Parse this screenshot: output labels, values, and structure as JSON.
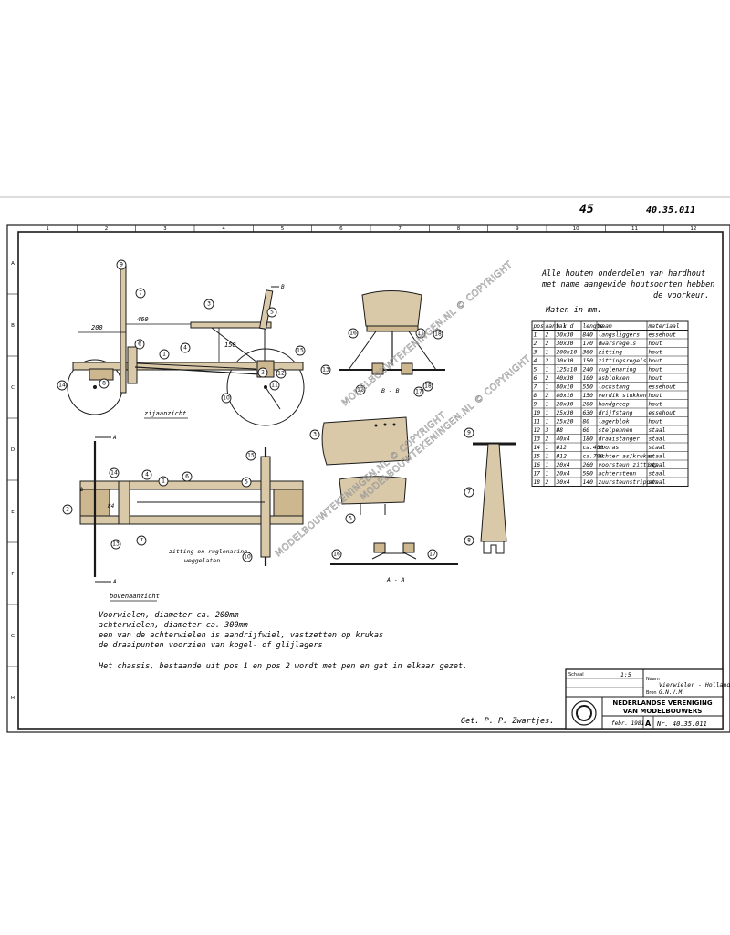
{
  "header": {
    "sheet_no": "45",
    "drawing_ref": "40.35.011"
  },
  "grid": {
    "columns": [
      "1",
      "2",
      "3",
      "4",
      "5",
      "6",
      "7",
      "8",
      "9",
      "10",
      "11",
      "12"
    ],
    "rows": [
      "A",
      "B",
      "C",
      "D",
      "E",
      "F",
      "G",
      "H"
    ]
  },
  "views": {
    "side_label": "zijaanzicht",
    "top_label": "bovenaanzicht",
    "top_note_1": "zitting en ruglenaring",
    "top_note_2": "weggelaten",
    "section_bb": "B - B",
    "section_aa": "A - A",
    "dim_460": "460",
    "dim_200": "200",
    "dim_150": "150",
    "cut_a": "A",
    "cut_b": "B",
    "dim_b": "b",
    "dim_84": "84"
  },
  "notes": {
    "general_1": "Alle houten onderdelen van hardhout",
    "general_2": "met name aangewide houtsoorten hebben",
    "general_3": "de voorkeur.",
    "units": "Maten in mm.",
    "wheels_1": "Voorwielen, diameter ca. 200mm",
    "wheels_2": "achterwielen, diameter ca. 300mm",
    "wheels_3": "een van de achterwielen is aandrijfwiel, vastzetten op krukas",
    "wheels_4": "de draaipunten voorzien van kogel- of glijlagers",
    "chassis": "Het chassis, bestaande uit pos 1 en pos 2 wordt met pen en gat in elkaar gezet.",
    "signature": "Get. P. P. Zwartjes."
  },
  "parts_table": {
    "headers": [
      "pos",
      "aantal",
      "b x d",
      "lengte",
      "naam",
      "materiaal"
    ],
    "rows": [
      [
        "1",
        "2",
        "30x30",
        "840",
        "langsliggers",
        "essehout"
      ],
      [
        "2",
        "2",
        "30x30",
        "170",
        "dwarsregels",
        "hout"
      ],
      [
        "3",
        "1",
        "200x10",
        "360",
        "zitting",
        "hout"
      ],
      [
        "4",
        "2",
        "30x30",
        "150",
        "zittingsregels",
        "hout"
      ],
      [
        "5",
        "1",
        "125x10",
        "240",
        "ruglenaring",
        "hout"
      ],
      [
        "6",
        "2",
        "40x30",
        "100",
        "asblokken",
        "hout"
      ],
      [
        "7",
        "1",
        "80x10",
        "550",
        "lockstang",
        "essehout"
      ],
      [
        "8",
        "2",
        "80x10",
        "150",
        "verdik stukken",
        "hout"
      ],
      [
        "9",
        "1",
        "20x30",
        "200",
        "handgreep",
        "hout"
      ],
      [
        "10",
        "1",
        "25x30",
        "630",
        "drijfstang",
        "essehout"
      ],
      [
        "11",
        "1",
        "25x20",
        "80",
        "lagerblok",
        "hout"
      ],
      [
        "12",
        "3",
        "Ø8",
        "60",
        "stelpennen",
        "staal"
      ],
      [
        "13",
        "2",
        "40x4",
        "180",
        "draaistanger",
        "staal"
      ],
      [
        "14",
        "1",
        "Ø12",
        "ca.400",
        "vooras",
        "staal"
      ],
      [
        "15",
        "1",
        "Ø12",
        "ca.700",
        "achter as/krukas",
        "staal"
      ],
      [
        "16",
        "1",
        "20x4",
        "260",
        "voorsteun zitting",
        "staal"
      ],
      [
        "17",
        "1",
        "20x4",
        "590",
        "achtersteun",
        "staal"
      ],
      [
        "18",
        "2",
        "30x4",
        "140",
        "zuursteunstrippen",
        "staal"
      ]
    ]
  },
  "title_block": {
    "scale_label": "Schaal",
    "scale_value": "1:5",
    "name_label": "Naam",
    "name_value": "Vierwieler - Hollander",
    "source_label": "Bron",
    "source_value": "G.N.V.M.",
    "org_1": "NEDERLANDSE VERENIGING",
    "org_2": "VAN MODELBOUWERS",
    "date_value": "febr. 1981",
    "sheet_size": "A",
    "number": "Nr. 40.35.011"
  },
  "watermark": "MODELBOUWTEKENINGEN.NL © COPYRIGHT"
}
